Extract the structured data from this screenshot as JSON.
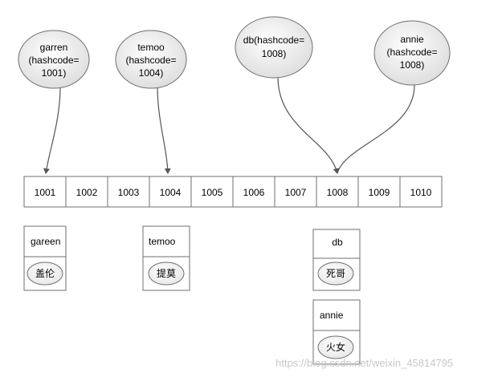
{
  "diagram": {
    "ellipses": [
      {
        "id": "garren",
        "lines": [
          "garren",
          "(hashcode=",
          "1001)"
        ]
      },
      {
        "id": "temoo",
        "lines": [
          "temoo",
          "(hashcode=",
          "1004)"
        ]
      },
      {
        "id": "db",
        "lines": [
          "db(hashcode=",
          "1008)"
        ]
      },
      {
        "id": "annie",
        "lines": [
          "annie",
          "(hashcode=",
          "1008)"
        ]
      }
    ],
    "buckets": [
      "1001",
      "1002",
      "1003",
      "1004",
      "1005",
      "1006",
      "1007",
      "1008",
      "1009",
      "1010"
    ],
    "entries": [
      {
        "id": "gareen",
        "key": "gareen",
        "value": "盖伦"
      },
      {
        "id": "temoo",
        "key": "temoo",
        "value": "提莫"
      },
      {
        "id": "db",
        "key": "db",
        "value": "死哥"
      },
      {
        "id": "annie",
        "key": "annie",
        "value": "火女"
      }
    ],
    "watermark": "https://blog.csdn.net/weixin_45814795"
  },
  "colors": {
    "ellipse_fill": "#e8e8e8",
    "stroke": "#6f6f6f",
    "pill_fill": "#f2f2f2",
    "watermark": "#c8c8c8"
  }
}
